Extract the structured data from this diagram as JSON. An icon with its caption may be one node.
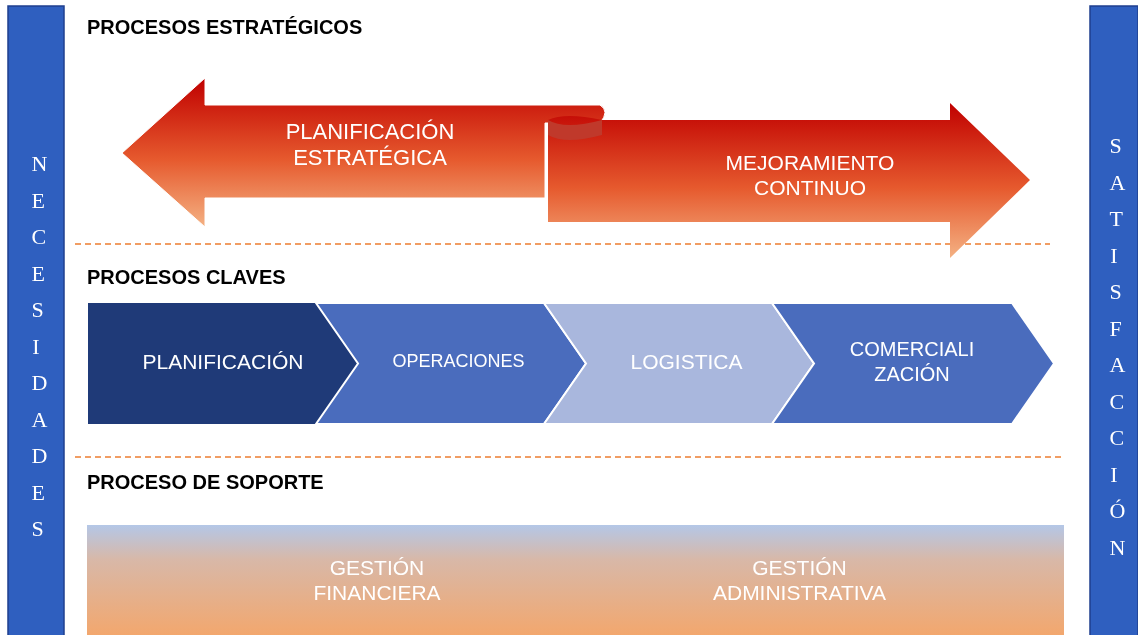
{
  "diagram": {
    "nodes": [
      {
        "text": [
          "NECESIDADES"
        ]
      },
      {
        "text": [
          "PLANIFICACIÓN ESTRATÉGICA"
        ]
      },
      {
        "text": [
          "MEJORAMIENTO CONTINUO"
        ]
      },
      {
        "text": [
          "PLANIFICACIÓN"
        ]
      },
      {
        "text": [
          "OPERACIONES"
        ]
      },
      {
        "text": [
          "LOGISTICA"
        ]
      },
      {
        "text": [
          "COMERCIALI ZACIÓN"
        ]
      },
      {
        "text": [
          "GESTIÓN FINANCIERA",
          "GESTIÓN ADMINISTRATIVA"
        ]
      },
      {
        "text": [
          "SATISFACCIÓN"
        ]
      }
    ],
    "labels": [
      "PROCESOS ESTRATÉGICOS",
      "PROCESOS CLAVES",
      "PROCESO DE SOPORTE"
    ]
  }
}
